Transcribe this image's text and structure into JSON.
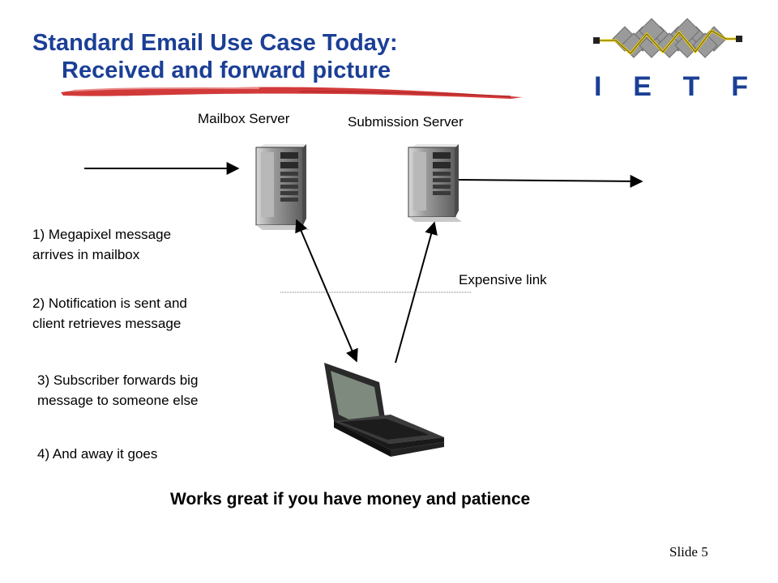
{
  "title": {
    "line1": "Standard Email Use Case Today:",
    "line2": "Received and forward picture"
  },
  "logo": {
    "letters": [
      "I",
      "E",
      "T",
      "F"
    ]
  },
  "colors": {
    "title": "#1b3f96",
    "brush": "#d23a3a",
    "logo_tiles": "#9a9a9a",
    "logo_line": "#f5d600"
  },
  "servers": {
    "mailbox_label": "Mailbox Server",
    "submission_label": "Submission Server"
  },
  "link_label": "Expensive link",
  "steps": [
    {
      "line1": "1) Megapixel message",
      "line2": "arrives in mailbox"
    },
    {
      "line1": "2) Notification is sent and",
      "line2": "client retrieves message"
    },
    {
      "line1": "3) Subscriber forwards big",
      "line2": "message to someone else"
    },
    {
      "line1": "4) And away it goes"
    }
  ],
  "footer": "Works great if you have money and patience",
  "slide_number": "Slide 5",
  "icons": [
    "mailbox-server-icon",
    "submission-server-icon",
    "laptop-icon",
    "ietf-logo"
  ]
}
